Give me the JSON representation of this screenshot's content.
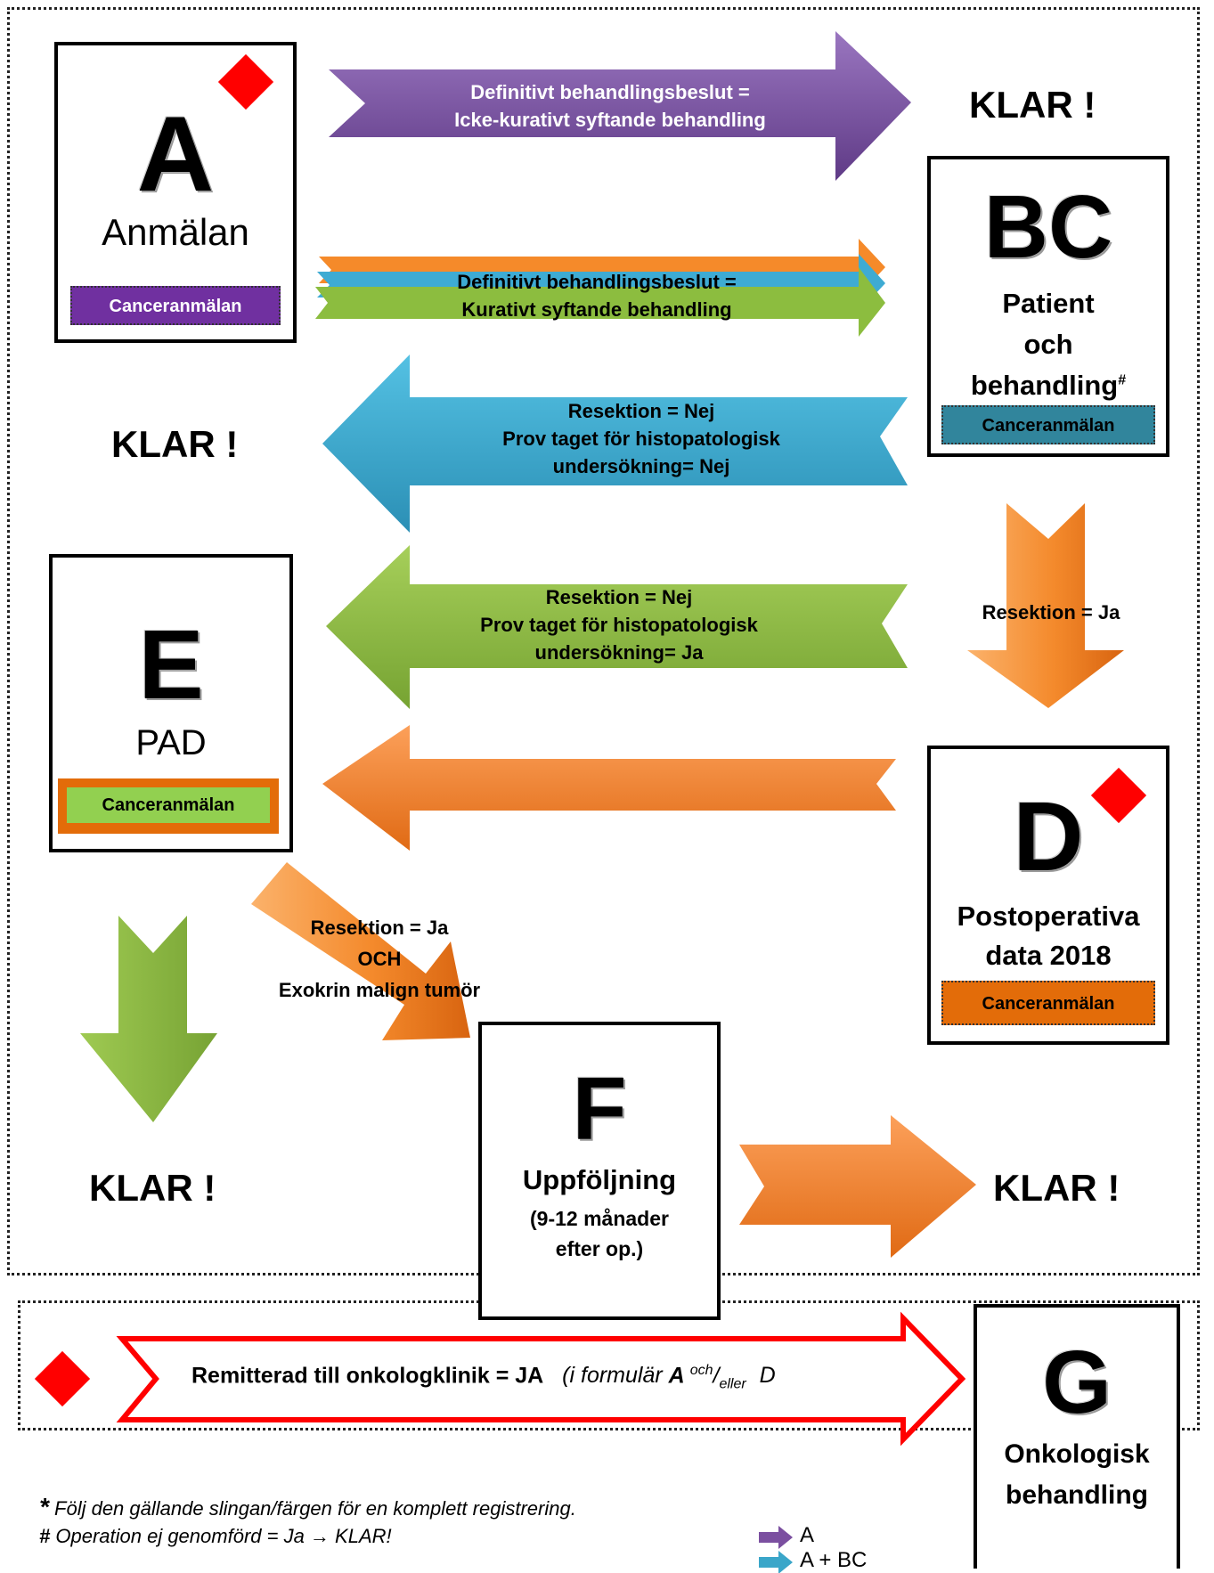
{
  "boxes": {
    "A": {
      "letter": "A",
      "title": "Anmälan",
      "badge": "Canceranmälan"
    },
    "BC": {
      "letter": "BC",
      "title_line1": "Patient",
      "title_line2": "och",
      "title_line3": "behandling",
      "title_sup": "#",
      "badge": "Canceranmälan"
    },
    "E": {
      "letter": "E",
      "title": "PAD",
      "badge": "Canceranmälan"
    },
    "D": {
      "letter": "D",
      "title_line1": "Postoperativa",
      "title_line2": "data 2018",
      "badge": "Canceranmälan"
    },
    "F": {
      "letter": "F",
      "title": "Uppföljning",
      "sub_line1": "(9-12 månader",
      "sub_line2": "efter op.)"
    },
    "G": {
      "letter": "G",
      "title_line1": "Onkologisk",
      "title_line2": "behandling"
    }
  },
  "arrows": {
    "a_to_klar": {
      "line1": "Definitivt behandlingsbeslut =",
      "line2": "Icke-kurativt syftande behandling"
    },
    "a_to_bc": {
      "line1": "Definitivt behandlingsbeslut =",
      "line2": "Kurativt syftande behandling"
    },
    "bc_to_klar": {
      "line1": "Resektion = Nej",
      "line2": "Prov taget för histopatologisk",
      "line3": "undersökning= Nej"
    },
    "bc_to_e": {
      "line1": "Resektion = Nej",
      "line2": "Prov taget för histopatologisk",
      "line3": "undersökning= Ja"
    },
    "bc_to_d": {
      "label": "Resektion = Ja"
    },
    "e_to_f": {
      "line1": "Resektion = Ja",
      "line2": "OCH",
      "line3": "Exokrin malign tumör"
    },
    "remit": {
      "bold": "Remitterad till onkologklinik = JA",
      "italic_pre": "(i formulär",
      "form_a": "A",
      "sup": "och",
      "sep": "/",
      "sub": "eller",
      "form_d": "D"
    }
  },
  "klar": {
    "top_right": "KLAR !",
    "left_mid": "KLAR !",
    "bottom_left": "KLAR !",
    "bottom_right": "KLAR !"
  },
  "notes": {
    "note1_mark": "*",
    "note1": " Följ den gällande slingan/färgen för en komplett registrering.",
    "note2_mark": "#",
    "note2": " Operation ej genomförd = Ja → KLAR!"
  },
  "legend": [
    {
      "label": "A",
      "color": "#7b4fa0"
    },
    {
      "label": "A + BC",
      "color": "#3aa6c9"
    }
  ],
  "colors": {
    "purple": "#7b4fa0",
    "orange": "#f07b22",
    "blue": "#3aa6c9",
    "green": "#8cba3e",
    "red": "#ff0000",
    "badge_purple": "#7030a0",
    "badge_teal": "#31859c",
    "badge_green": "#92d050",
    "badge_orange": "#e36c09"
  }
}
